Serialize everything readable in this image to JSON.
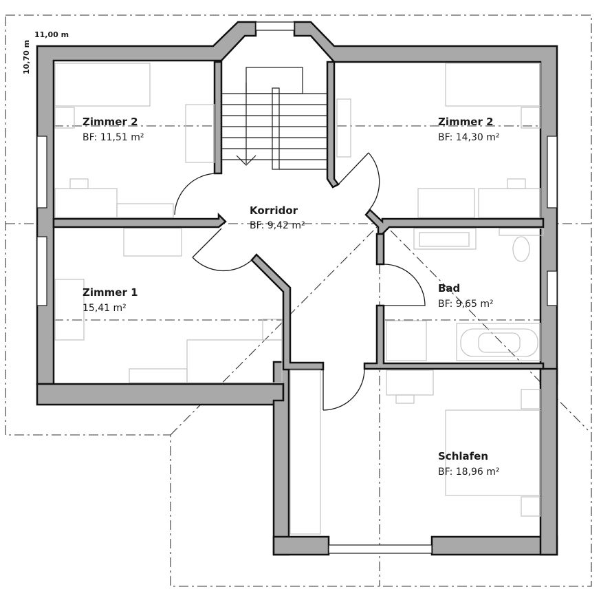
{
  "dimensions": {
    "width_label": "11,00 m",
    "depth_label": "10,70 m"
  },
  "rooms": {
    "zimmer2_left": {
      "name": "Zimmer 2",
      "area": "BF: 11,51 m²"
    },
    "zimmer2_right": {
      "name": "Zimmer 2",
      "area": "BF: 14,30 m²"
    },
    "korridor": {
      "name": "Korridor",
      "area": "BF: 9,42 m²"
    },
    "zimmer1": {
      "name": "Zimmer 1",
      "area": "15,41 m²"
    },
    "bad": {
      "name": "Bad",
      "area": "BF: 9,65 m²"
    },
    "schlafen": {
      "name": "Schlafen",
      "area": "BF: 18,96 m²"
    }
  },
  "colors": {
    "wall_fill": "#a9a9a9",
    "wall_stroke": "#111111",
    "furniture": "#c6c6c6",
    "text": "#1a1a1a"
  }
}
